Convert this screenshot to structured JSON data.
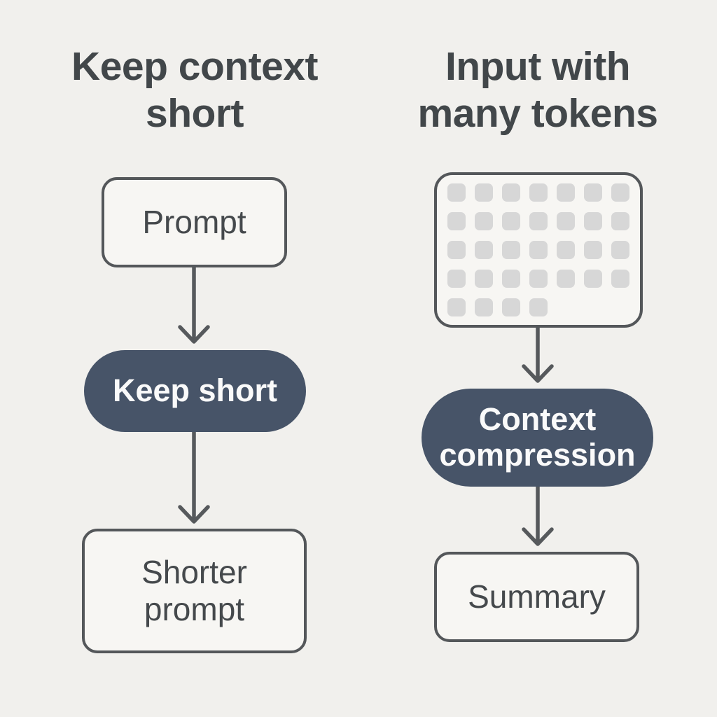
{
  "colors": {
    "bg": "#f1f0ed",
    "node-fill": "#f7f6f3",
    "node-border": "#54575a",
    "node-text": "#45494c",
    "title-text": "#42474a",
    "pill-bg": "#475468",
    "pill-text": "#fafafa",
    "arrow": "#56595c",
    "token-square": "#d7d7d7"
  },
  "left_column": {
    "title": {
      "line1": "Keep context",
      "line2": "short"
    },
    "prompt_box": {
      "label": "Prompt"
    },
    "keep_short_pill": {
      "label": "Keep short"
    },
    "shorter_prompt_box": {
      "line1": "Shorter",
      "line2": "prompt"
    }
  },
  "right_column": {
    "title": {
      "line1": "Input with",
      "line2": "many tokens"
    },
    "token_grid": {
      "columns": 7,
      "rows": 5,
      "total_squares": 32,
      "last_row_squares": 4
    },
    "compression_pill": {
      "line1": "Context",
      "line2": "compression"
    },
    "summary_box": {
      "label": "Summary"
    }
  }
}
